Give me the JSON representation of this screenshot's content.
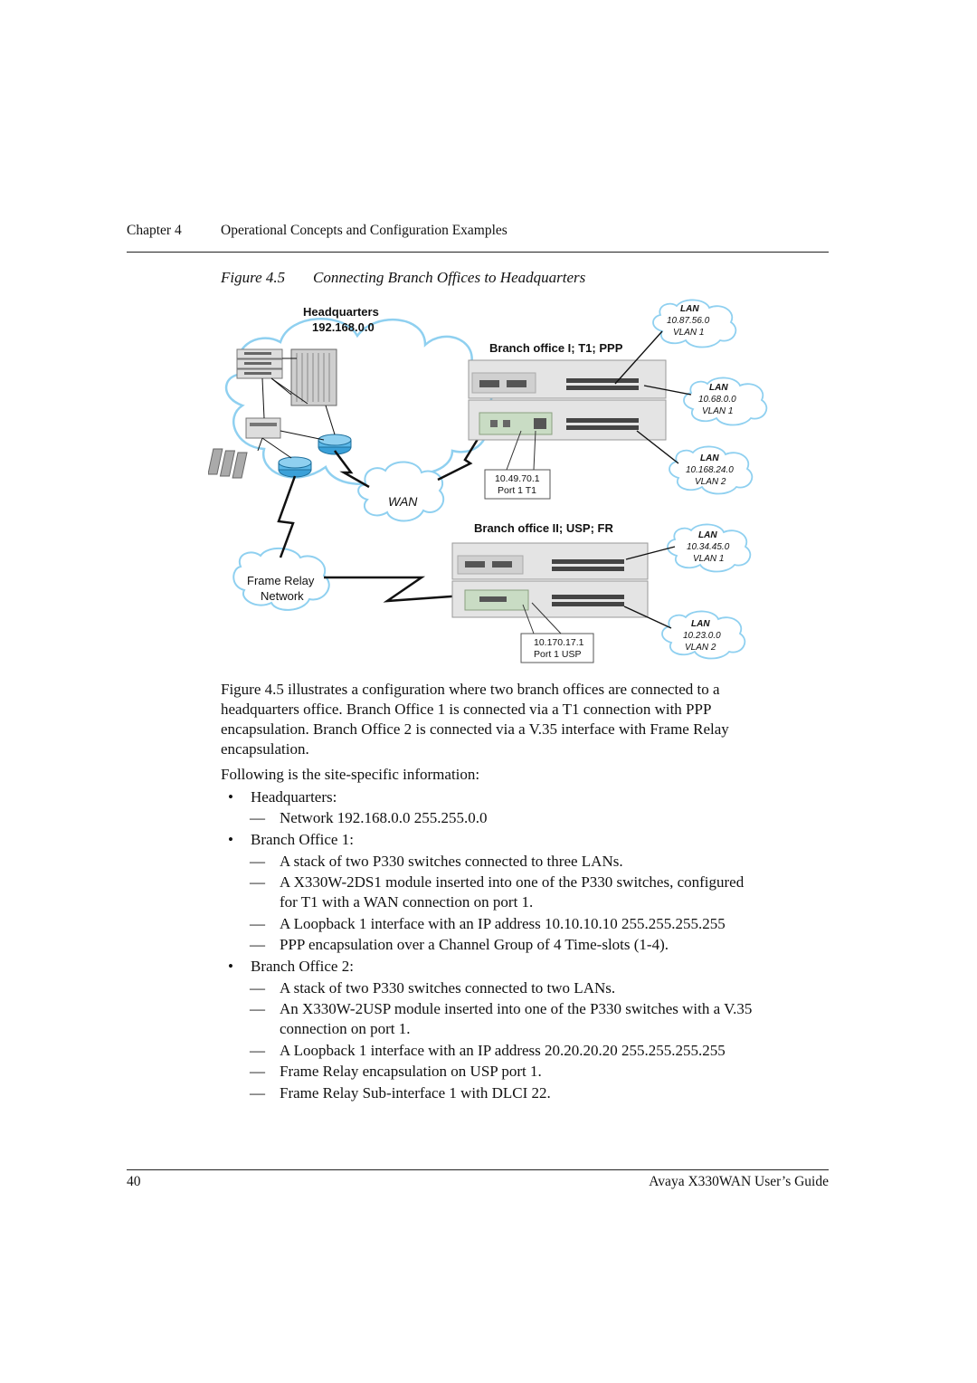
{
  "header": {
    "chapter": "Chapter 4",
    "title": "Operational Concepts and Configuration Examples"
  },
  "figure": {
    "number": "Figure 4.5",
    "caption": "Connecting Branch Offices to Headquarters",
    "labels": {
      "hq_title": "Headquarters",
      "hq_net": "192.168.0.0",
      "branch1_title": "Branch office I; T1; PPP",
      "branch2_title": "Branch office II; USP; FR",
      "wan": "WAN",
      "frame_relay_1": "Frame Relay",
      "frame_relay_2": "Network",
      "b1_port_ip": "10.49.70.1",
      "b1_port_name": "Port 1 T1",
      "b2_port_ip": "10.170.17.1",
      "b2_port_name": "Port 1 USP",
      "lan1": {
        "t": "LAN",
        "ip": "10.87.56.0",
        "vlan": "VLAN 1"
      },
      "lan2": {
        "t": "LAN",
        "ip": "10.68.0.0",
        "vlan": "VLAN 1"
      },
      "lan3": {
        "t": "LAN",
        "ip": "10.168.24.0",
        "vlan": "VLAN 2"
      },
      "lan4": {
        "t": "LAN",
        "ip": "10.34.45.0",
        "vlan": "VLAN 1"
      },
      "lan5": {
        "t": "LAN",
        "ip": "10.23.0.0",
        "vlan": "VLAN 2"
      }
    }
  },
  "body": {
    "para_lines": [
      "Figure 4.5 illustrates a configuration where two branch offices are connected to a",
      "headquarters office. Branch Office 1 is connected via a T1 connection with PPP",
      "encapsulation. Branch Office 2 is connected via a V.35 interface with Frame Relay",
      "encapsulation."
    ],
    "following": "Following is the site-specific information:",
    "items": [
      {
        "kind": "bullet",
        "lines": [
          "Headquarters:"
        ]
      },
      {
        "kind": "dash",
        "lines": [
          "Network 192.168.0.0 255.255.0.0"
        ]
      },
      {
        "kind": "bullet",
        "lines": [
          "Branch Office 1:"
        ]
      },
      {
        "kind": "dash",
        "lines": [
          "A stack of two P330 switches connected to three LANs."
        ]
      },
      {
        "kind": "dash",
        "lines": [
          "A X330W-2DS1 module inserted into one of the P330 switches, configured",
          "for T1 with a WAN connection on port 1."
        ]
      },
      {
        "kind": "dash",
        "lines": [
          "A Loopback 1 interface with an IP address 10.10.10.10 255.255.255.255"
        ]
      },
      {
        "kind": "dash",
        "lines": [
          "PPP encapsulation over a Channel Group of 4 Time-slots (1-4)."
        ]
      },
      {
        "kind": "bullet",
        "lines": [
          "Branch Office 2:"
        ]
      },
      {
        "kind": "dash",
        "lines": [
          "A stack of two P330 switches connected to two LANs."
        ]
      },
      {
        "kind": "dash",
        "lines": [
          "An X330W-2USP module inserted into one of the P330 switches with a V.35",
          "connection on port 1."
        ]
      },
      {
        "kind": "dash",
        "lines": [
          "A Loopback 1 interface with an IP address 20.20.20.20 255.255.255.255"
        ]
      },
      {
        "kind": "dash",
        "lines": [
          "Frame Relay encapsulation on USP port 1."
        ]
      },
      {
        "kind": "dash",
        "lines": [
          "Frame Relay Sub-interface 1 with DLCI 22."
        ]
      }
    ]
  },
  "markers": {
    "bullet": "•",
    "dash": "—"
  },
  "footer": {
    "page": "40",
    "title": "Avaya X330WAN User’s Guide"
  }
}
